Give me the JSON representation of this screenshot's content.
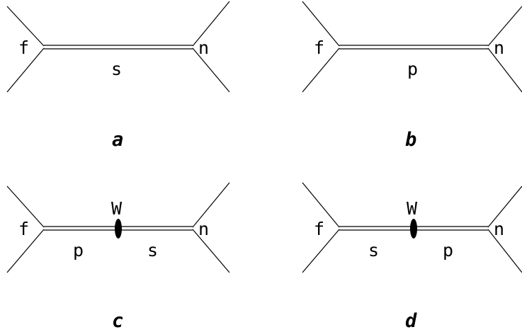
{
  "diagrams": {
    "a": {
      "left_label": "f",
      "right_label": "n",
      "propagator_label": "s",
      "caption": "a"
    },
    "b": {
      "left_label": "f",
      "right_label": "n",
      "propagator_label": "p",
      "caption": "b"
    },
    "c": {
      "left_label": "f",
      "right_label": "n",
      "vertex_label": "W",
      "left_propagator_label": "p",
      "right_propagator_label": "s",
      "caption": "c"
    },
    "d": {
      "left_label": "f",
      "right_label": "n",
      "vertex_label": "W",
      "left_propagator_label": "s",
      "right_propagator_label": "p",
      "caption": "d"
    }
  }
}
